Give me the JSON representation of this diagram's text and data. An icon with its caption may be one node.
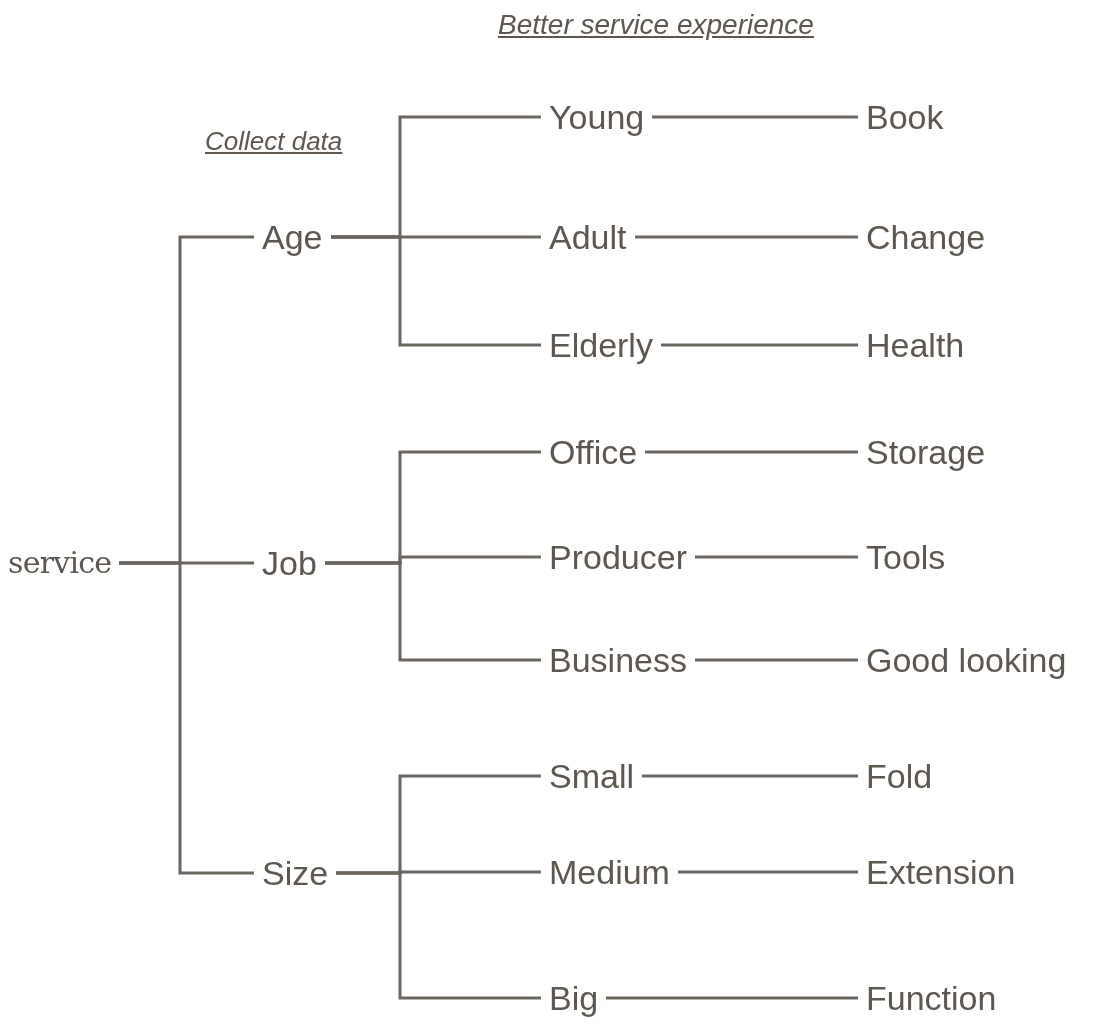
{
  "diagram": {
    "nodes": [
      {
        "text": [
          "service"
        ]
      },
      {
        "text": [
          "Age"
        ]
      },
      {
        "text": [
          "Job"
        ]
      },
      {
        "text": [
          "Size"
        ]
      },
      {
        "text": [
          "Young"
        ]
      },
      {
        "text": [
          "Adult"
        ]
      },
      {
        "text": [
          "Elderly"
        ]
      },
      {
        "text": [
          "Office"
        ]
      },
      {
        "text": [
          "Producer"
        ]
      },
      {
        "text": [
          "Business"
        ]
      },
      {
        "text": [
          "Small"
        ]
      },
      {
        "text": [
          "Medium"
        ]
      },
      {
        "text": [
          "Big"
        ]
      },
      {
        "text": [
          "Book"
        ]
      },
      {
        "text": [
          "Change"
        ]
      },
      {
        "text": [
          "Health"
        ]
      },
      {
        "text": [
          "Storage"
        ]
      },
      {
        "text": [
          "Tools"
        ]
      },
      {
        "text": [
          "Good looking"
        ]
      },
      {
        "text": [
          "Fold"
        ]
      },
      {
        "text": [
          "Extension"
        ]
      },
      {
        "text": [
          "Function"
        ]
      }
    ],
    "edges": [
      {
        "from": 0,
        "to": 1,
        "arrow": "none"
      },
      {
        "from": 0,
        "to": 2,
        "arrow": "none"
      },
      {
        "from": 0,
        "to": 3,
        "arrow": "none"
      },
      {
        "from": 1,
        "to": 4,
        "arrow": "none"
      },
      {
        "from": 1,
        "to": 5,
        "arrow": "none"
      },
      {
        "from": 1,
        "to": 6,
        "arrow": "none"
      },
      {
        "from": 2,
        "to": 7,
        "arrow": "none"
      },
      {
        "from": 2,
        "to": 8,
        "arrow": "none"
      },
      {
        "from": 2,
        "to": 9,
        "arrow": "none"
      },
      {
        "from": 3,
        "to": 10,
        "arrow": "none"
      },
      {
        "from": 3,
        "to": 11,
        "arrow": "none"
      },
      {
        "from": 3,
        "to": 12,
        "arrow": "none"
      },
      {
        "from": 4,
        "to": 13,
        "arrow": "none"
      },
      {
        "from": 5,
        "to": 14,
        "arrow": "none"
      },
      {
        "from": 6,
        "to": 15,
        "arrow": "none"
      },
      {
        "from": 7,
        "to": 16,
        "arrow": "none"
      },
      {
        "from": 8,
        "to": 17,
        "arrow": "none"
      },
      {
        "from": 9,
        "to": 18,
        "arrow": "none"
      },
      {
        "from": 10,
        "to": 19,
        "arrow": "none"
      },
      {
        "from": 11,
        "to": 20,
        "arrow": "none"
      },
      {
        "from": 12,
        "to": 21,
        "arrow": "none"
      }
    ],
    "labels": [
      "Better service experience",
      "Collect data"
    ]
  }
}
